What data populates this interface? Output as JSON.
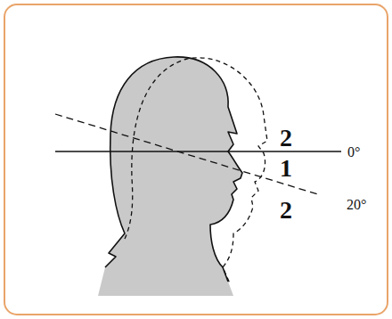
{
  "diagram": {
    "labels": [
      "2",
      "0°",
      "1",
      "20°",
      "2"
    ]
  }
}
